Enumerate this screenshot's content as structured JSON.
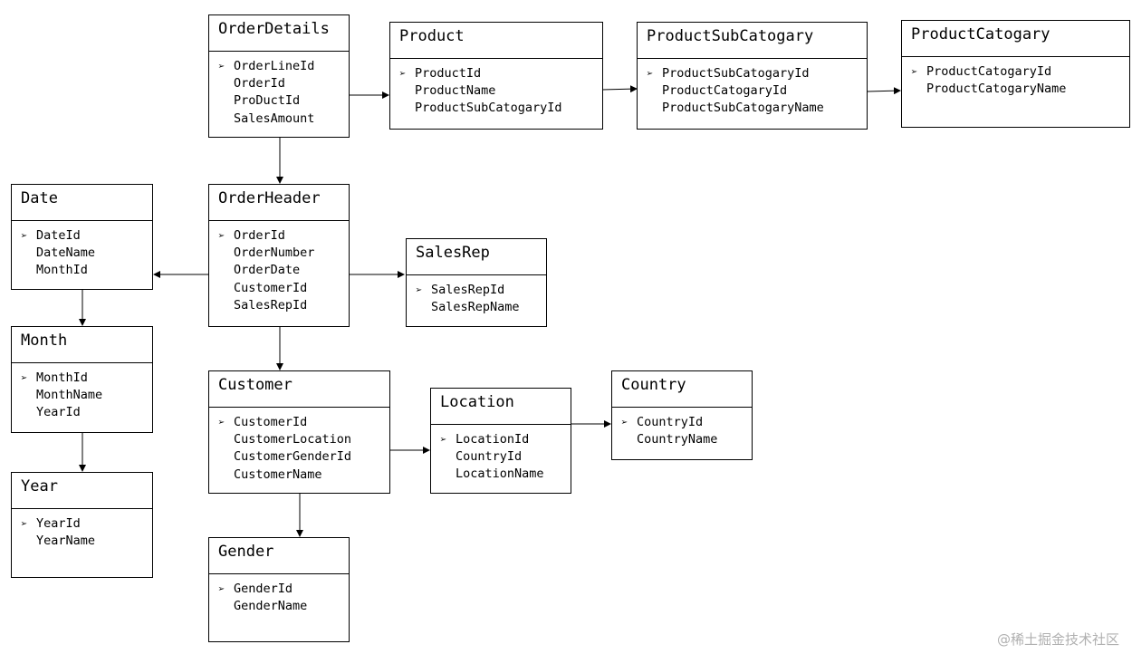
{
  "entities": [
    {
      "id": "orderdetails",
      "name": "OrderDetails",
      "fields": [
        "OrderLineId",
        "OrderId",
        "ProDuctId",
        "SalesAmount"
      ]
    },
    {
      "id": "product",
      "name": "Product",
      "fields": [
        "ProductId",
        "ProductName",
        "ProductSubCatogaryId"
      ]
    },
    {
      "id": "productsubcatogary",
      "name": "ProductSubCatogary",
      "fields": [
        "ProductSubCatogaryId",
        "ProductCatogaryId",
        "ProductSubCatogaryName"
      ]
    },
    {
      "id": "productcatogary",
      "name": "ProductCatogary",
      "fields": [
        "ProductCatogaryId",
        "ProductCatogaryName"
      ]
    },
    {
      "id": "date",
      "name": "Date",
      "fields": [
        "DateId",
        "DateName",
        "MonthId"
      ]
    },
    {
      "id": "orderheader",
      "name": "OrderHeader",
      "fields": [
        "OrderId",
        "OrderNumber",
        "OrderDate",
        "CustomerId",
        "SalesRepId"
      ]
    },
    {
      "id": "salesrep",
      "name": "SalesRep",
      "fields": [
        "SalesRepId",
        "SalesRepName"
      ]
    },
    {
      "id": "month",
      "name": "Month",
      "fields": [
        "MonthId",
        "MonthName",
        "YearId"
      ]
    },
    {
      "id": "customer",
      "name": "Customer",
      "fields": [
        "CustomerId",
        "CustomerLocation",
        "CustomerGenderId",
        "CustomerName"
      ]
    },
    {
      "id": "location",
      "name": "Location",
      "fields": [
        "LocationId",
        "CountryId",
        "LocationName"
      ]
    },
    {
      "id": "country",
      "name": "Country",
      "fields": [
        "CountryId",
        "CountryName"
      ]
    },
    {
      "id": "year",
      "name": "Year",
      "fields": [
        "YearId",
        "YearName"
      ]
    },
    {
      "id": "gender",
      "name": "Gender",
      "fields": [
        "GenderId",
        "GenderName"
      ]
    }
  ],
  "relationships": [
    {
      "from": "orderdetails",
      "to": "product"
    },
    {
      "from": "product",
      "to": "productsubcatogary"
    },
    {
      "from": "productsubcatogary",
      "to": "productcatogary"
    },
    {
      "from": "orderdetails",
      "to": "orderheader"
    },
    {
      "from": "orderheader",
      "to": "date"
    },
    {
      "from": "orderheader",
      "to": "salesrep"
    },
    {
      "from": "orderheader",
      "to": "customer"
    },
    {
      "from": "date",
      "to": "month"
    },
    {
      "from": "month",
      "to": "year"
    },
    {
      "from": "customer",
      "to": "location"
    },
    {
      "from": "location",
      "to": "country"
    },
    {
      "from": "customer",
      "to": "gender"
    }
  ],
  "bullet_glyph": "➢",
  "watermark": "@稀土掘金技术社区"
}
